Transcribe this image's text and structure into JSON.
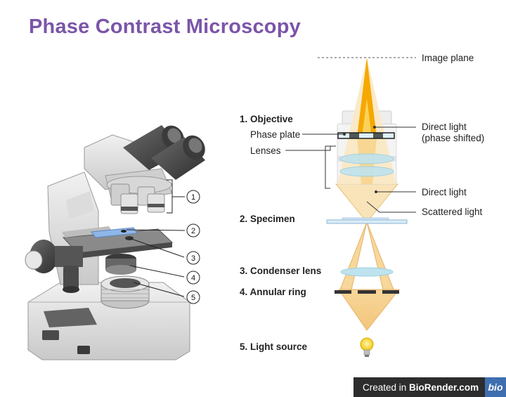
{
  "title": "Phase Contrast Microscopy",
  "microscope_callouts": [
    "1",
    "2",
    "3",
    "4",
    "5"
  ],
  "labels": {
    "image_plane": "Image plane",
    "objective": "1. Objective",
    "phase_plate": "Phase plate",
    "lenses": "Lenses",
    "direct_light_shifted_1": "Direct light",
    "direct_light_shifted_2": "(phase shifted)",
    "direct_light": "Direct light",
    "scattered_light": "Scattered light",
    "specimen": "2. Specimen",
    "condenser_lens": "3. Condenser lens",
    "annular_ring": "4. Annular ring",
    "light_source": "5. Light source"
  },
  "badge": {
    "prefix": "Created in ",
    "brand": "BioRender.com",
    "logo": "bio"
  },
  "colors": {
    "title": "#7b55a8",
    "light_cone": "#f6c978",
    "direct_light": "#f5a800",
    "lens": "#bfe3ee",
    "badge_bg": "#2d2d2d"
  }
}
